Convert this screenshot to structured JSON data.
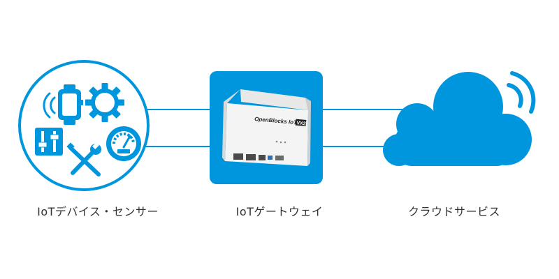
{
  "colors": {
    "accent": "#0096dd",
    "line": "#0096dd",
    "gateway_box": "#0096dd",
    "device_body": "#f2f2f2",
    "caption_text": "#333333"
  },
  "devices": {
    "label": "IoTデバイス・センサー",
    "icons": [
      "signal-waves-icon",
      "smartwatch-icon",
      "gear-icon",
      "equalizer-sliders-icon",
      "tools-icon",
      "speedometer-icon"
    ]
  },
  "gateway": {
    "label": "IoTゲートウェイ",
    "device_brand": "OpenBlocks",
    "device_model": "IoT",
    "device_variant": "VX2"
  },
  "cloud": {
    "label": "クラウドサービス",
    "icons": [
      "cloud-icon",
      "wireless-signal-icon"
    ]
  }
}
